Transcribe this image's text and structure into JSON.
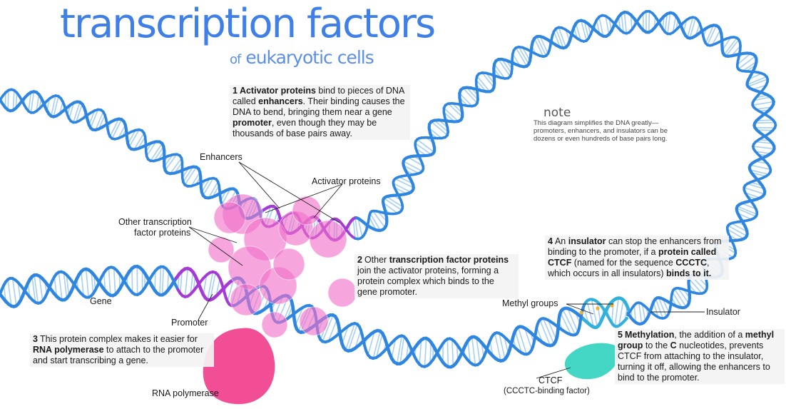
{
  "title": "transcription factors",
  "subtitle_of": "of",
  "subtitle_rest": "eukaryotic cells",
  "steps": [
    {
      "num": "1",
      "parts": [
        {
          "text": "Activator proteins",
          "bold": true
        },
        {
          "text": " bind to pieces of DNA called ",
          "bold": false
        },
        {
          "text": "enhancers",
          "bold": true
        },
        {
          "text": ". Their binding causes the DNA to bend, bringing them near a gene ",
          "bold": false
        },
        {
          "text": "promoter",
          "bold": true
        },
        {
          "text": ", even though they may be thousands of base pairs away.",
          "bold": false
        }
      ]
    },
    {
      "num": "2",
      "parts": [
        {
          "text": "Other ",
          "bold": false
        },
        {
          "text": "transcription factor proteins",
          "bold": true
        },
        {
          "text": " join the activator proteins, forming a protein complex which binds to the gene promoter.",
          "bold": false
        }
      ]
    },
    {
      "num": "3",
      "parts": [
        {
          "text": "This protein complex makes it easier for ",
          "bold": false
        },
        {
          "text": "RNA polymerase",
          "bold": true
        },
        {
          "text": " to attach to the promoter and start transcribing a gene.",
          "bold": false
        }
      ]
    },
    {
      "num": "4",
      "parts": [
        {
          "text": "An ",
          "bold": false
        },
        {
          "text": "insulator",
          "bold": true
        },
        {
          "text": " can stop the enhancers from binding to the promoter, if a ",
          "bold": false
        },
        {
          "text": "protein called CTCF",
          "bold": true
        },
        {
          "text": " (named for the sequence ",
          "bold": false
        },
        {
          "text": "CCCTC",
          "bold": true
        },
        {
          "text": ", which occurs in all insulators) ",
          "bold": false
        },
        {
          "text": "binds to it.",
          "bold": true
        }
      ]
    },
    {
      "num": "5",
      "parts": [
        {
          "text": "Methylation",
          "bold": true
        },
        {
          "text": ", the addition of a ",
          "bold": false
        },
        {
          "text": "methyl group",
          "bold": true
        },
        {
          "text": " to the ",
          "bold": false
        },
        {
          "text": "C",
          "bold": true
        },
        {
          "text": " nucleotides, prevents CTCF from attaching to the insulator, turning it off, allowing the enhancers to bind to the promoter.",
          "bold": false
        }
      ]
    }
  ],
  "note": {
    "title": "note",
    "text": "This diagram simplifies the DNA greatly—promoters, enhancers, and insulators can be dozens or even hundreds of base pairs long."
  },
  "labels": {
    "enhancers": "Enhancers",
    "activator_proteins": "Activator proteins",
    "other_tf_line1": "Other transcription",
    "other_tf_line2": "factor proteins",
    "gene": "Gene",
    "promoter": "Promoter",
    "rna_polymerase": "RNA polymerase",
    "methyl_groups": "Methyl groups",
    "insulator": "Insulator",
    "ctcf": "CTCF",
    "ctcf_full": "(CCCTC-binding factor)"
  },
  "colors": {
    "title": "#3f7fe8",
    "dna_strand": "#2f86e0",
    "dna_rung": "#9ccaf3",
    "enhancer": "#a63ad6",
    "tf_protein": "#f070c8",
    "rna_polymerase": "#f0448f",
    "ctcf": "#43d6c4",
    "insulator": "#33b0dc",
    "methyl": "#f0b030"
  }
}
